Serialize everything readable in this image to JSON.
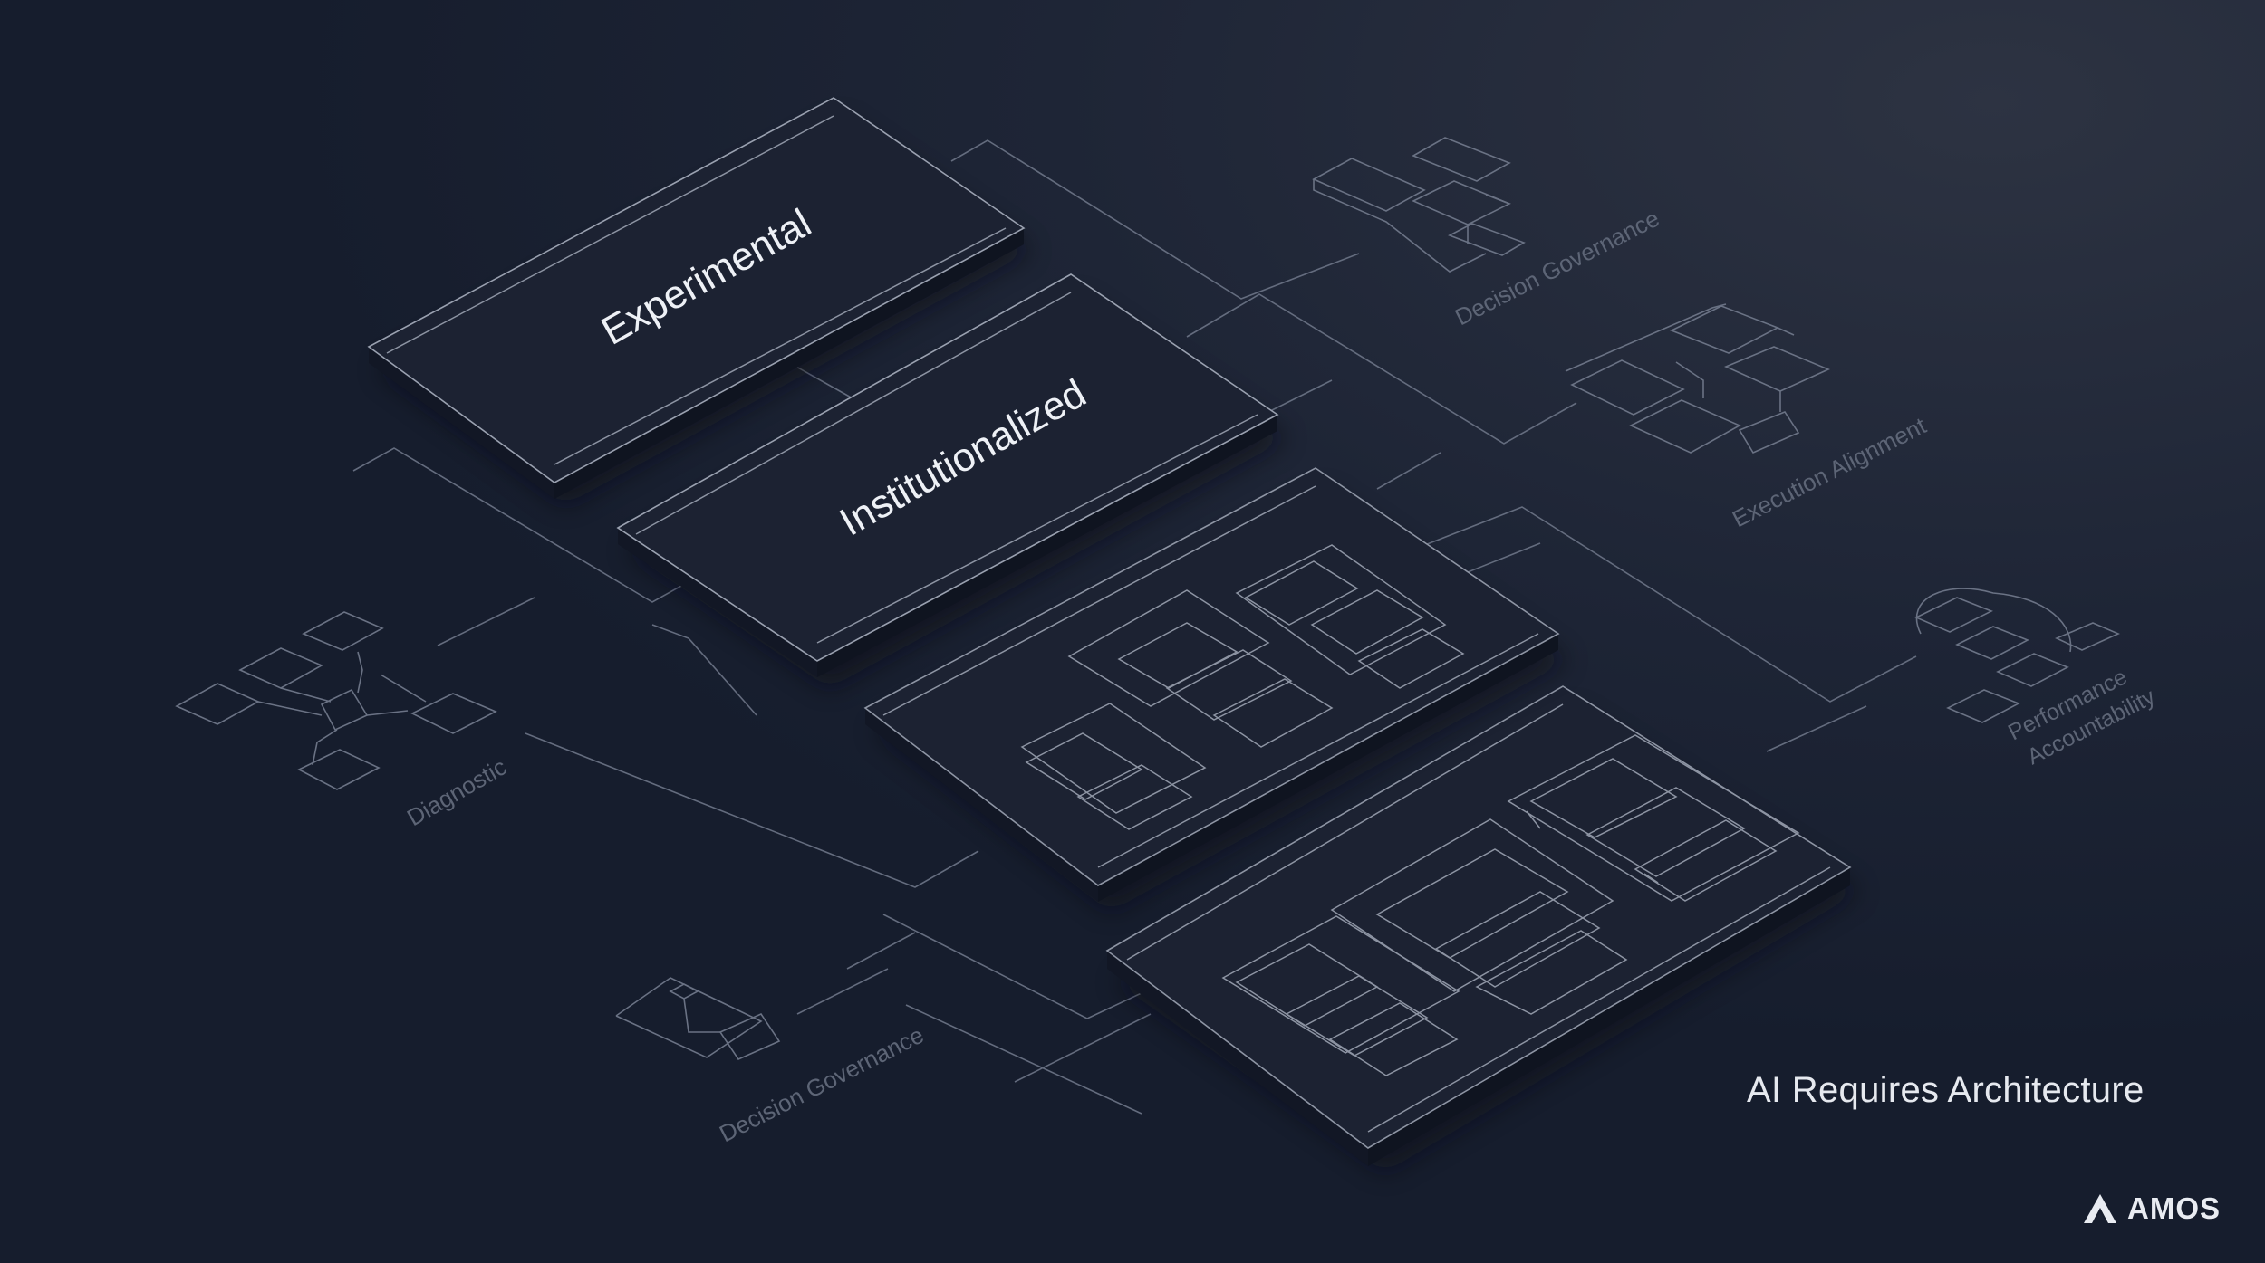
{
  "background": {
    "base": "#1b2233",
    "top_right": "#2b3140",
    "bottom_left": "#151c2c"
  },
  "layers": [
    {
      "id": "experimental",
      "label": "Experimental"
    },
    {
      "id": "institutionalized",
      "label": "Institutionalized"
    },
    {
      "id": "board-3",
      "label": ""
    },
    {
      "id": "board-4",
      "label": ""
    }
  ],
  "modules": {
    "diagnostic": "Diagnostic",
    "decision_governance_top": "Decision Governance",
    "decision_governance_bottom": "Decision Governance",
    "execution_alignment": "Execution Alignment",
    "performance_line1": "Performance",
    "performance_line2": "Accountability"
  },
  "caption": "AI Requires Architecture",
  "brand": {
    "name": "AMOS",
    "icon": "amos-logo-icon"
  },
  "colors": {
    "line": "#6b7385",
    "slab_top": "#1c2233",
    "slab_side": "#131826",
    "slab_edge": "#9aa1b0",
    "text_bright": "#eef1f6",
    "text_dim": "#5d6576"
  }
}
